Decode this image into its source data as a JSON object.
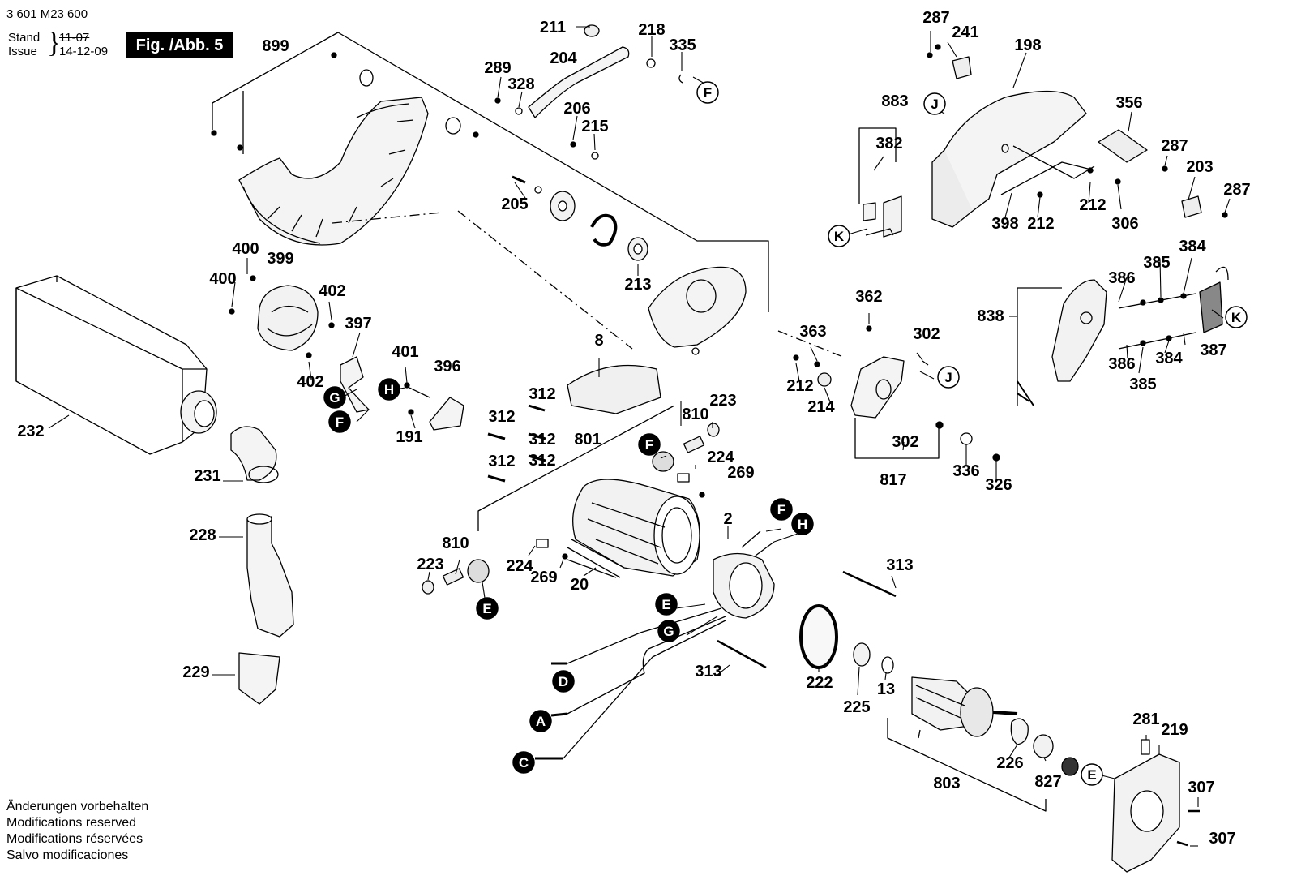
{
  "header": {
    "doc_number": "3 601 M23 600",
    "stand_label": "Stand",
    "issue_label": "Issue",
    "stand_old": "11-07",
    "issue_date": "14-12-09",
    "figure": "Fig. /Abb. 5"
  },
  "notes": [
    "Änderungen vorbehalten",
    "Modifications reserved",
    "Modifications réservées",
    "Salvo modificaciones"
  ],
  "part_labels": [
    {
      "id": "899",
      "text": "899"
    },
    {
      "id": "211",
      "text": "211"
    },
    {
      "id": "218",
      "text": "218"
    },
    {
      "id": "335",
      "text": "335"
    },
    {
      "id": "204",
      "text": "204"
    },
    {
      "id": "289",
      "text": "289"
    },
    {
      "id": "328",
      "text": "328"
    },
    {
      "id": "206",
      "text": "206"
    },
    {
      "id": "215",
      "text": "215"
    },
    {
      "id": "205",
      "text": "205"
    },
    {
      "id": "213",
      "text": "213"
    },
    {
      "id": "400a",
      "text": "400"
    },
    {
      "id": "399",
      "text": "399"
    },
    {
      "id": "400b",
      "text": "400"
    },
    {
      "id": "402a",
      "text": "402"
    },
    {
      "id": "397",
      "text": "397"
    },
    {
      "id": "402b",
      "text": "402"
    },
    {
      "id": "401",
      "text": "401"
    },
    {
      "id": "396",
      "text": "396"
    },
    {
      "id": "191",
      "text": "191"
    },
    {
      "id": "232",
      "text": "232"
    },
    {
      "id": "231",
      "text": "231"
    },
    {
      "id": "228",
      "text": "228"
    },
    {
      "id": "229",
      "text": "229"
    },
    {
      "id": "8",
      "text": "8"
    },
    {
      "id": "312a",
      "text": "312"
    },
    {
      "id": "312b",
      "text": "312"
    },
    {
      "id": "312c",
      "text": "312"
    },
    {
      "id": "312d",
      "text": "312"
    },
    {
      "id": "312e",
      "text": "312"
    },
    {
      "id": "801",
      "text": "801"
    },
    {
      "id": "810a",
      "text": "810"
    },
    {
      "id": "223a",
      "text": "223"
    },
    {
      "id": "224a",
      "text": "224"
    },
    {
      "id": "269a",
      "text": "269"
    },
    {
      "id": "810b",
      "text": "810"
    },
    {
      "id": "223b",
      "text": "223"
    },
    {
      "id": "224b",
      "text": "224"
    },
    {
      "id": "269b",
      "text": "269"
    },
    {
      "id": "20",
      "text": "20"
    },
    {
      "id": "2",
      "text": "2"
    },
    {
      "id": "313a",
      "text": "313"
    },
    {
      "id": "313b",
      "text": "313"
    },
    {
      "id": "222",
      "text": "222"
    },
    {
      "id": "225",
      "text": "225"
    },
    {
      "id": "13",
      "text": "13"
    },
    {
      "id": "803",
      "text": "803"
    },
    {
      "id": "226",
      "text": "226"
    },
    {
      "id": "827",
      "text": "827"
    },
    {
      "id": "281",
      "text": "281"
    },
    {
      "id": "219",
      "text": "219"
    },
    {
      "id": "307a",
      "text": "307"
    },
    {
      "id": "307b",
      "text": "307"
    },
    {
      "id": "362",
      "text": "362"
    },
    {
      "id": "363",
      "text": "363"
    },
    {
      "id": "302a",
      "text": "302"
    },
    {
      "id": "212a",
      "text": "212"
    },
    {
      "id": "214",
      "text": "214"
    },
    {
      "id": "302b",
      "text": "302"
    },
    {
      "id": "817",
      "text": "817"
    },
    {
      "id": "336",
      "text": "336"
    },
    {
      "id": "326",
      "text": "326"
    },
    {
      "id": "287a",
      "text": "287"
    },
    {
      "id": "241",
      "text": "241"
    },
    {
      "id": "198",
      "text": "198"
    },
    {
      "id": "883",
      "text": "883"
    },
    {
      "id": "382",
      "text": "382"
    },
    {
      "id": "356",
      "text": "356"
    },
    {
      "id": "287b",
      "text": "287"
    },
    {
      "id": "203",
      "text": "203"
    },
    {
      "id": "287c",
      "text": "287"
    },
    {
      "id": "398",
      "text": "398"
    },
    {
      "id": "212b",
      "text": "212"
    },
    {
      "id": "212c",
      "text": "212"
    },
    {
      "id": "306",
      "text": "306"
    },
    {
      "id": "838",
      "text": "838"
    },
    {
      "id": "386a",
      "text": "386"
    },
    {
      "id": "385a",
      "text": "385"
    },
    {
      "id": "384a",
      "text": "384"
    },
    {
      "id": "387",
      "text": "387"
    },
    {
      "id": "386b",
      "text": "386"
    },
    {
      "id": "384b",
      "text": "384"
    },
    {
      "id": "385b",
      "text": "385"
    }
  ],
  "connectors": [
    {
      "id": "F1",
      "text": "F",
      "style": "outline"
    },
    {
      "id": "J1",
      "text": "J",
      "style": "outline"
    },
    {
      "id": "K1",
      "text": "K",
      "style": "outline"
    },
    {
      "id": "K2",
      "text": "K",
      "style": "outline"
    },
    {
      "id": "J2",
      "text": "J",
      "style": "outline"
    },
    {
      "id": "E1",
      "text": "E",
      "style": "outline"
    },
    {
      "id": "G1",
      "text": "G",
      "style": "filled"
    },
    {
      "id": "H1",
      "text": "H",
      "style": "filled"
    },
    {
      "id": "F2",
      "text": "F",
      "style": "filled"
    },
    {
      "id": "F3",
      "text": "F",
      "style": "filled"
    },
    {
      "id": "E2",
      "text": "E",
      "style": "filled"
    },
    {
      "id": "F4",
      "text": "F",
      "style": "filled"
    },
    {
      "id": "H2",
      "text": "H",
      "style": "filled"
    },
    {
      "id": "E3",
      "text": "E",
      "style": "filled"
    },
    {
      "id": "G2",
      "text": "G",
      "style": "filled"
    },
    {
      "id": "D",
      "text": "D",
      "style": "filled"
    },
    {
      "id": "A",
      "text": "A",
      "style": "filled"
    },
    {
      "id": "C",
      "text": "C",
      "style": "filled"
    }
  ]
}
